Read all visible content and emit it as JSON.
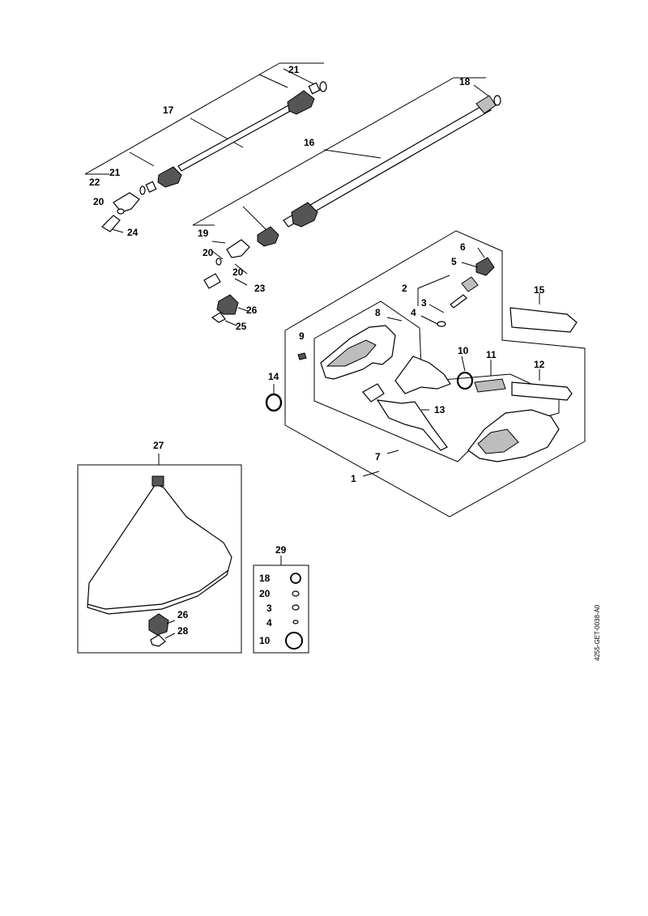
{
  "labels": {
    "p1": "1",
    "p2": "2",
    "p3": "3",
    "p4": "4",
    "p5": "5",
    "p6": "6",
    "p7": "7",
    "p8": "8",
    "p9": "9",
    "p10": "10",
    "p11": "11",
    "p12": "12",
    "p13": "13",
    "p14": "14",
    "p15": "15",
    "p16": "16",
    "p17": "17",
    "p18": "18",
    "p19": "19",
    "p20a": "20",
    "p20b": "20",
    "p20c": "20",
    "p21a": "21",
    "p21b": "21",
    "p22": "22",
    "p23": "23",
    "p24": "24",
    "p25": "25",
    "p26a": "26",
    "p26b": "26",
    "p27": "27",
    "p28": "28",
    "p29": "29"
  },
  "kit": {
    "title": "29",
    "items": [
      "18",
      "20",
      "3",
      "4",
      "10"
    ]
  },
  "doc_id": "4255-GET-0038-A0"
}
